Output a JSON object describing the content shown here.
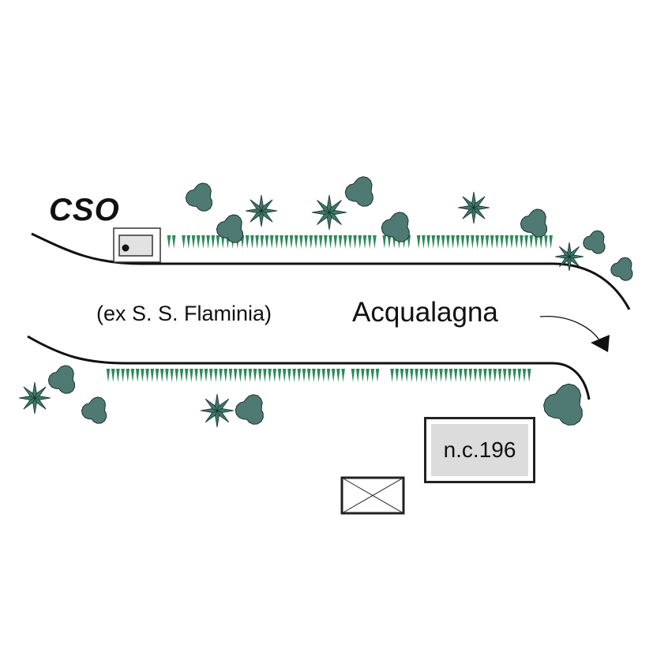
{
  "labels": {
    "cso": "CSO",
    "road_name": "(ex S. S. Flaminia)",
    "town": "Acqualagna",
    "civic_number": "n.c.196"
  },
  "colors": {
    "road_line": "#111111",
    "tree_fill": "#4f7a74",
    "tree_stroke": "#1d2f2c",
    "star_tree_fill": "#3c7a6a",
    "hedge": "#2e8a5a",
    "civic_box_fill": "#dcdcdc"
  },
  "icons": {
    "round_tree": "round-tree-icon",
    "star_tree": "star-tree-icon",
    "hedge": "hedge-icon",
    "sign": "cso-sign-icon",
    "box": "crossed-box-icon",
    "arrow": "direction-arrow-icon"
  }
}
